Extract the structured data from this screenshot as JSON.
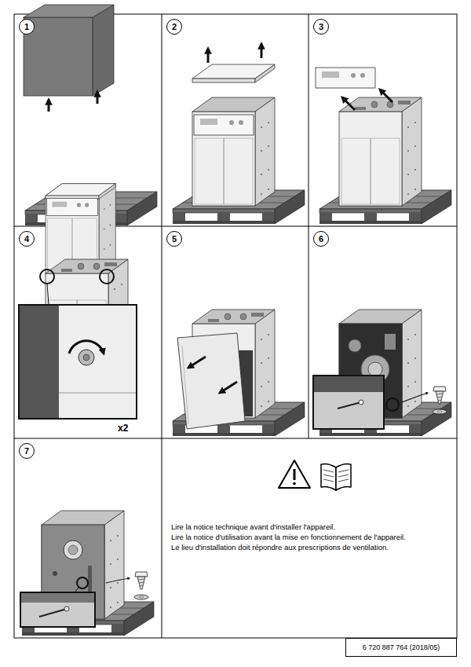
{
  "diagram": {
    "nodes": [
      {
        "text": [
          "1"
        ]
      },
      {
        "text": [
          "2"
        ]
      },
      {
        "text": [
          "3"
        ]
      },
      {
        "text": [
          "4"
        ]
      },
      {
        "text": [
          "5"
        ]
      },
      {
        "text": [
          "6"
        ]
      },
      {
        "text": [
          "7"
        ]
      },
      {
        "text": [
          "6 720 887 764 (2018/05)"
        ]
      }
    ],
    "labels": [
      "x2",
      "Lire la notice technique avant d'installer l'appareil.",
      "Lire la notice d'utilisation avant la mise en fonctionnement de l'appareil.",
      "Le lieu d'installation doit répondre aux prescriptions de ventilation."
    ]
  }
}
